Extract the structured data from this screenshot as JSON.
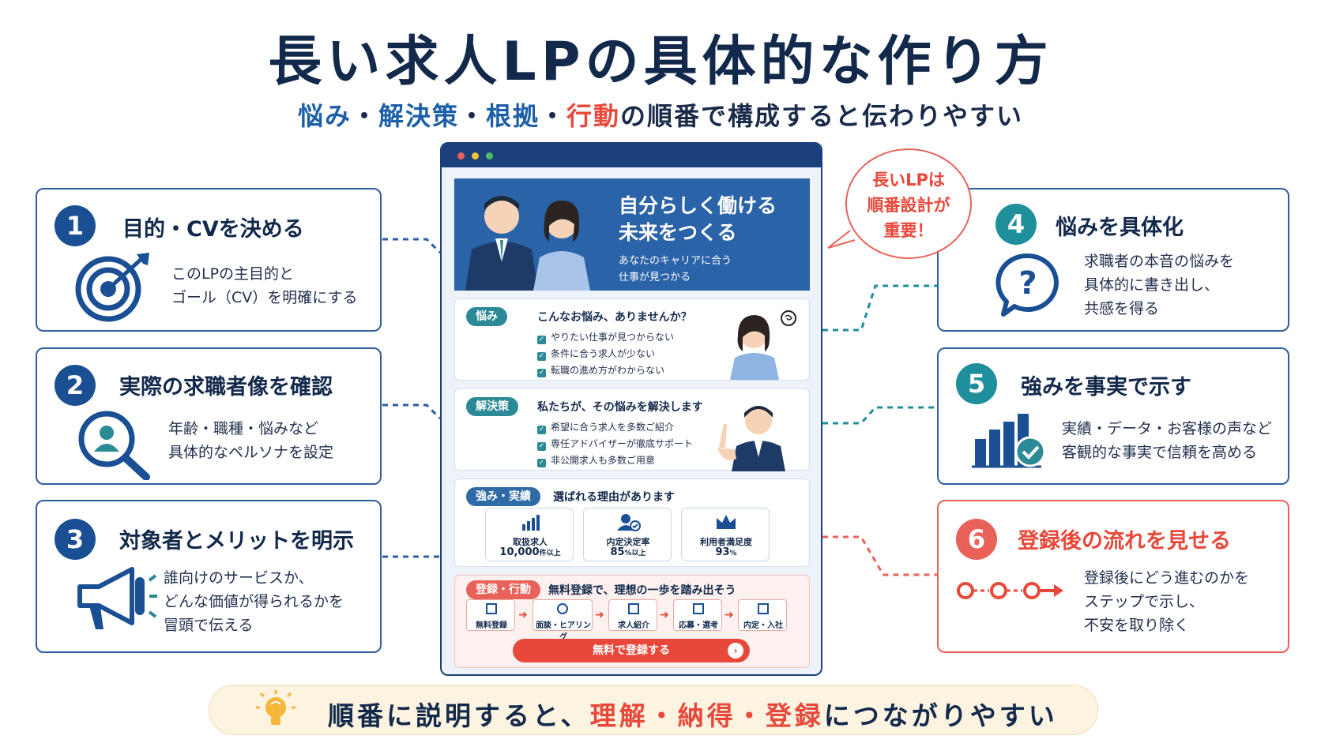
{
  "title": "長い求人LPの具体的な作り方",
  "subtitle": {
    "p1": "悩み",
    "s1": "・",
    "p2": "解決策",
    "s2": "・",
    "p3": "根拠",
    "s3": "・",
    "p4": "行動",
    "rest": "の順番で構成すると伝わりやすい"
  },
  "cards": {
    "c1": {
      "num": "1",
      "title": "目的・CVを決める",
      "body": "このLPの主目的と\nゴール（CV）を明確にする",
      "icon": "target-icon"
    },
    "c2": {
      "num": "2",
      "title": "実際の求職者像を確認",
      "body": "年齢・職種・悩みなど\n具体的なペルソナを設定",
      "icon": "persona-search-icon"
    },
    "c3": {
      "num": "3",
      "title": "対象者とメリットを明示",
      "body": "誰向けのサービスか、\nどんな価値が得られるかを\n冒頭で伝える",
      "icon": "megaphone-icon"
    },
    "c4": {
      "num": "4",
      "title": "悩みを具体化",
      "body": "求職者の本音の悩みを\n具体的に書き出し、\n共感を得る",
      "icon": "question-bubble-icon"
    },
    "c5": {
      "num": "5",
      "title": "強みを事実で示す",
      "body": "実績・データ・お客様の声など\n客観的な事実で信頼を高める",
      "icon": "bar-chart-check-icon"
    },
    "c6": {
      "num": "6",
      "title": "登録後の流れを見せる",
      "body": "登録後にどう進むのかを\nステップで示し、\n不安を取り除く",
      "icon": "step-flow-icon"
    }
  },
  "bubble": "長いLPは\n順番設計が\n重要！",
  "lp": {
    "hero_title": "自分らしく働ける\n未来をつくる",
    "hero_sub": "あなたのキャリアに合う\n仕事が見つかる",
    "worry": {
      "tag": "悩み",
      "title": "こんなお悩み、ありませんか？",
      "items": [
        "やりたい仕事が見つからない",
        "条件に合う求人が少ない",
        "転職の進め方がわからない"
      ]
    },
    "solution": {
      "tag": "解決策",
      "title": "私たちが、その悩みを解決します",
      "items": [
        "希望に合う求人を多数ご紹介",
        "専任アドバイザーが徹底サポート",
        "非公開求人も多数ご用意"
      ]
    },
    "strength": {
      "tag": "強み・実績",
      "title": "選ばれる理由があります",
      "stats": [
        {
          "label": "取扱求人",
          "value": "10,000",
          "unit": "件以上"
        },
        {
          "label": "内定決定率",
          "value": "85",
          "unit": "%以上"
        },
        {
          "label": "利用者満足度",
          "value": "93",
          "unit": "%"
        }
      ]
    },
    "action": {
      "tag": "登録・行動",
      "title": "無料登録で、理想の一歩を踏み出そう",
      "steps": [
        "無料登録",
        "面談・ヒアリング",
        "求人紹介",
        "応募・選考",
        "内定・入社"
      ],
      "cta": "無料で登録する"
    }
  },
  "footer": {
    "a": "順番に説明すると、",
    "b": "理解・納得・登録",
    "c": "につながりやすい"
  },
  "colors": {
    "navy": "#13294b",
    "blue": "#1c5fa8",
    "teal": "#1f8f9c",
    "coral": "#e8625a",
    "red": "#e8483a"
  }
}
